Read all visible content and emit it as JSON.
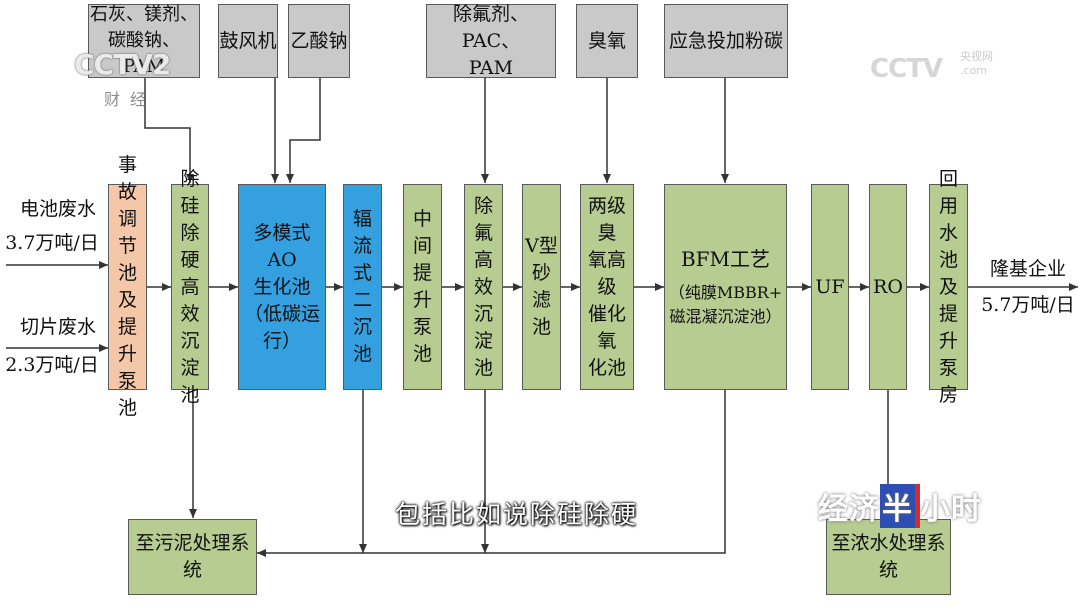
{
  "inputs": {
    "battery_line1": "电池废水",
    "battery_line2": "3.7万吨/日",
    "slicing_line1": "切片废水",
    "slicing_line2": "2.3万吨/日"
  },
  "output": {
    "line1": "隆基企业",
    "line2": "5.7万吨/日"
  },
  "chemicals": {
    "lime": "石灰、镁剂、\n碳酸钠、PAM",
    "blower": "鼓风机",
    "acetate": "乙酸钠",
    "fluoride_agents": "除氟剂、PAC、\nPAM",
    "ozone": "臭氧",
    "carbon": "应急投加粉碳"
  },
  "units": {
    "accident": "事故\n调节\n池及\n提升\n泵池",
    "si_removal": "除硅\n除硬\n高效\n沉淀\n池",
    "ao_title": "多模式AO\n生化池",
    "ao_sub": "（低碳运\n行）",
    "radial": "辐流\n式二\n沉池",
    "mid_lift": "中间\n提升\n泵池",
    "f_removal": "除氟\n高效\n沉淀\n池",
    "v_filter": "V型\n砂滤\n池",
    "ozone_cat": "两级臭\n氧高级\n催化氧\n化池",
    "bfm_title": "BFM工艺",
    "bfm_sub": "（纯膜MBBR+\n磁混凝沉淀池）",
    "uf": "UF",
    "ro": "RO",
    "reuse": "回用\n水池\n及提\n升泵\n房"
  },
  "sinks": {
    "sludge": "至污泥处理系统",
    "brine": "至浓水处理系统"
  },
  "overlay": {
    "subtitle": "包括比如说除硅除硬",
    "channel_left": "CCTV2",
    "channel_left_sub": "财经",
    "channel_right": "CCTV",
    "channel_right_sub": "央视网\n.com",
    "show_a": "经济",
    "show_b": "半",
    "show_c": "小时"
  }
}
